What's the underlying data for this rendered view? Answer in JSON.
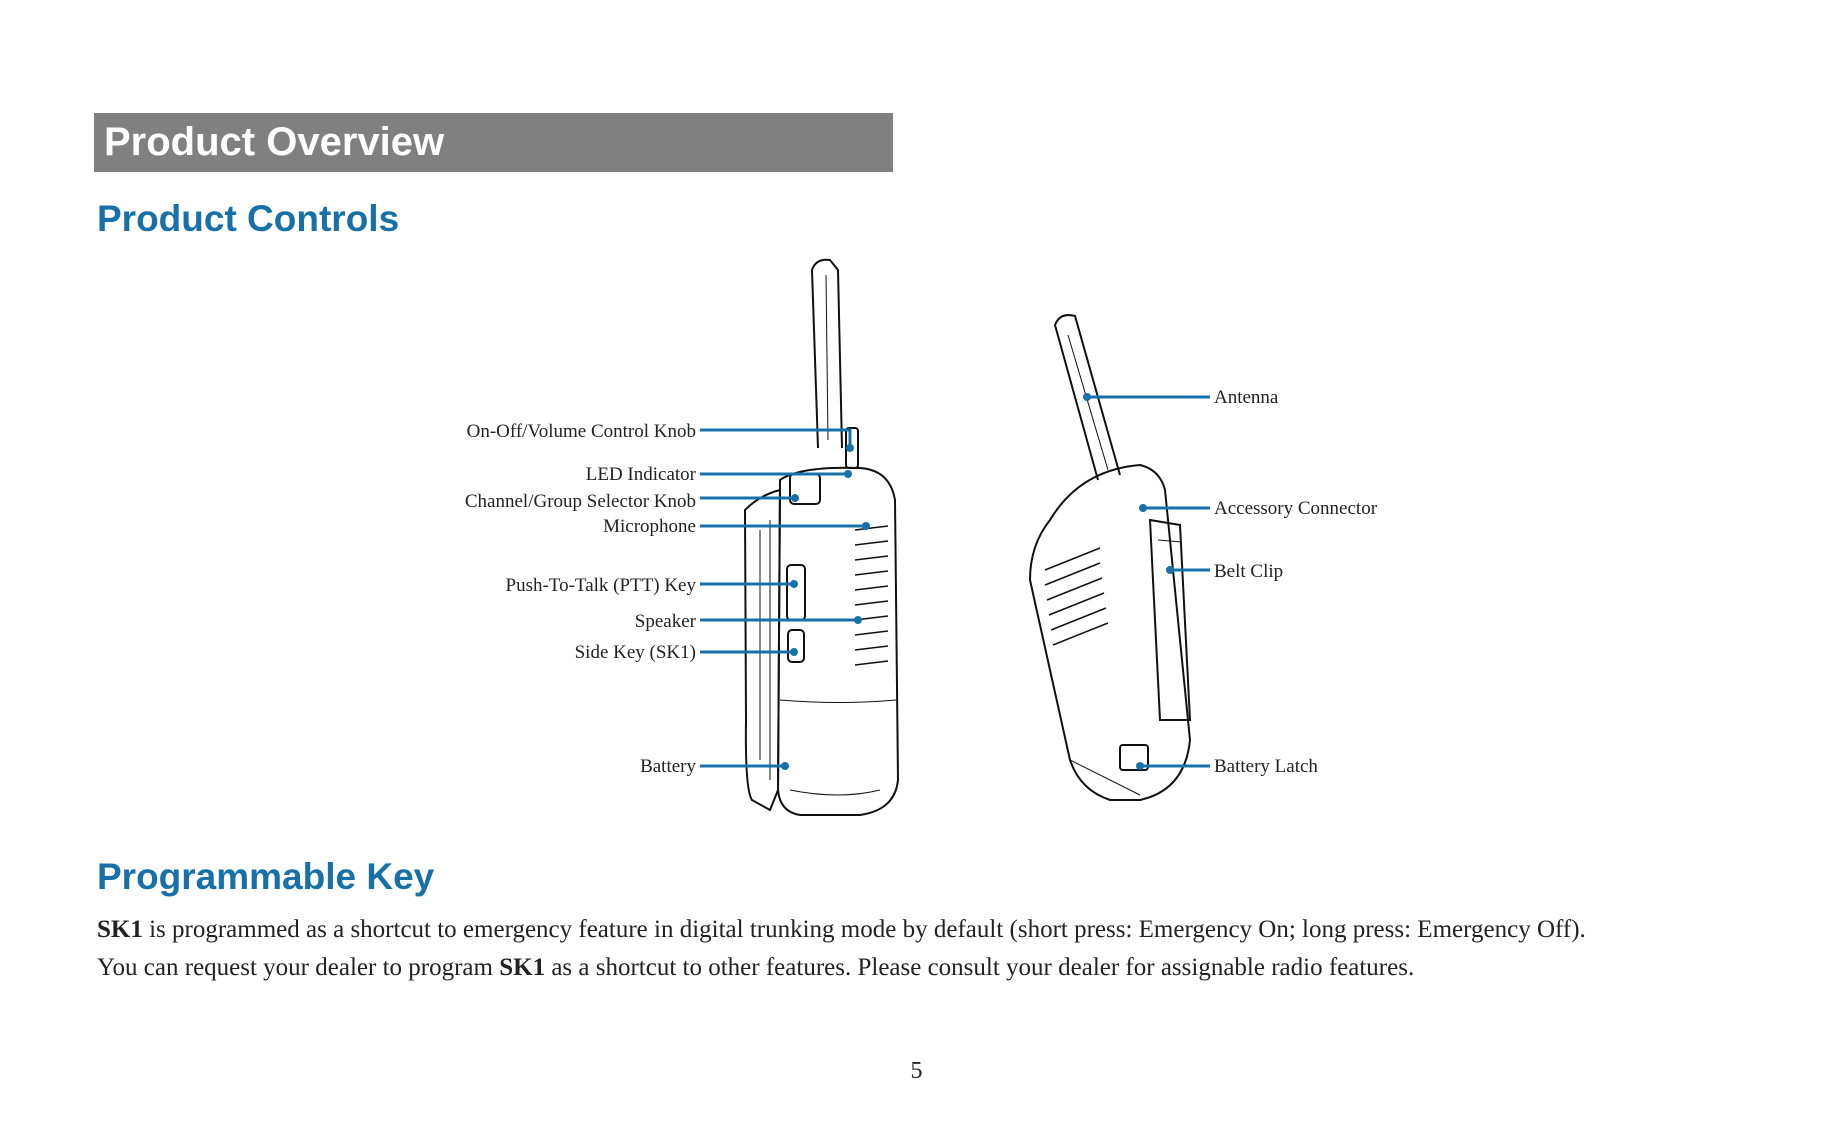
{
  "section_title": "Product Overview",
  "headings": {
    "controls": "Product Controls",
    "programmable": "Programmable Key"
  },
  "figure": {
    "left_labels": [
      "On-Off/Volume Control Knob",
      "LED Indicator",
      "Channel/Group Selector Knob",
      "Microphone",
      "Push-To-Talk (PTT) Key",
      "Speaker",
      "Side Key (SK1)",
      "Battery"
    ],
    "right_labels": [
      "Antenna",
      "Accessory Connector",
      "Belt Clip",
      "Battery Latch"
    ],
    "callout_color": "#1771a8"
  },
  "programmable_key": {
    "p1_key": "SK1",
    "p1_text": " is programmed as a shortcut to emergency feature in digital trunking mode by default (short press: Emergency On; long press: Emergency Off).",
    "p2_pre": "You can request your dealer to program ",
    "p2_key": "SK1",
    "p2_post": " as a shortcut to other features. Please consult your dealer for assignable radio features."
  },
  "page_number": "5"
}
